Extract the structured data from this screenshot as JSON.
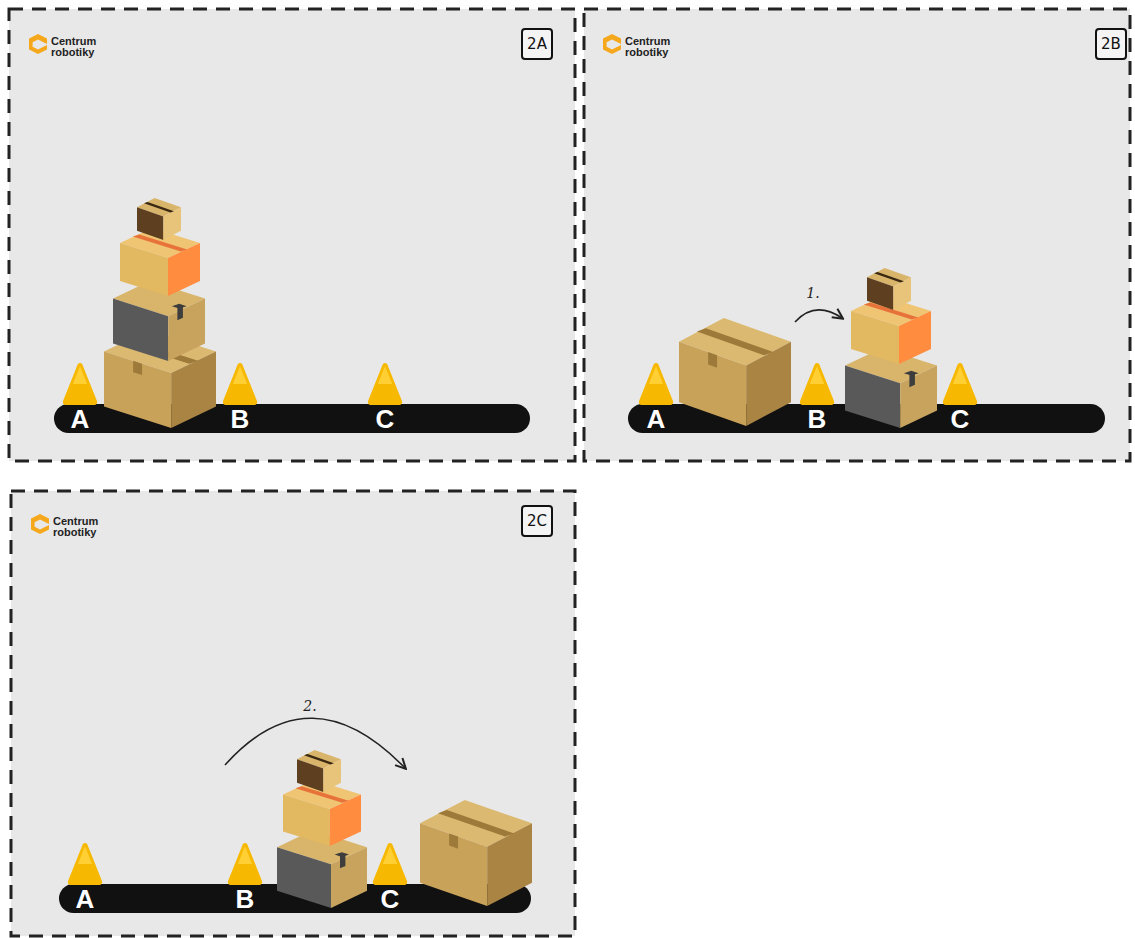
{
  "diagram": {
    "nodes": [
      {
        "text": [
          "2A"
        ]
      },
      {
        "text": [
          "2B"
        ]
      },
      {
        "text": [
          "2C"
        ]
      }
    ],
    "labels": [
      "Centrum robotiky",
      "A",
      "B",
      "C",
      "Centrum robotiky",
      "1.",
      "A",
      "B",
      "C",
      "Centrum robotiky",
      "2.",
      "A",
      "B",
      "C"
    ]
  }
}
